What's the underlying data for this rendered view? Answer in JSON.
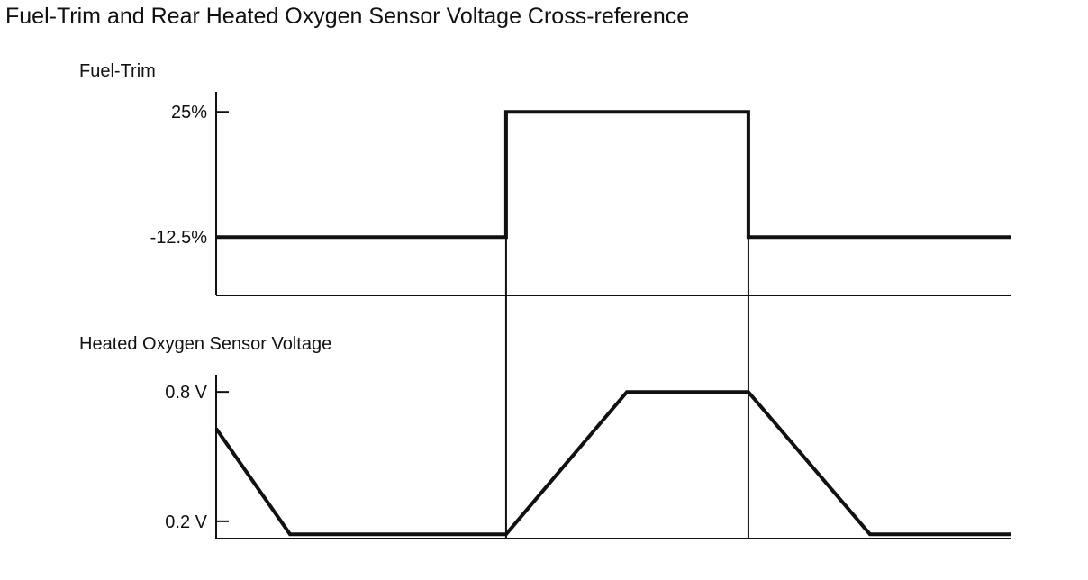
{
  "title": "Fuel-Trim and Rear Heated Oxygen Sensor Voltage Cross-reference",
  "chart_data": [
    {
      "type": "line",
      "ylabel": "Fuel-Trim",
      "ytick_labels": [
        "25%",
        "-12.5%"
      ],
      "yticks": [
        25,
        -12.5
      ],
      "ylim": [
        -30,
        31
      ],
      "xlim": [
        0,
        100
      ],
      "grid": false,
      "series": [
        {
          "x": [
            0,
            36.5,
            36.5,
            67,
            67,
            100
          ],
          "y": [
            -12.5,
            -12.5,
            25,
            25,
            -12.5,
            -12.5
          ]
        }
      ]
    },
    {
      "type": "line",
      "ylabel": "Heated Oxygen Sensor Voltage",
      "ytick_labels": [
        "0.8 V",
        "0.2 V"
      ],
      "yticks": [
        0.8,
        0.2
      ],
      "ylim": [
        0.12,
        0.88
      ],
      "xlim": [
        0,
        100
      ],
      "grid": false,
      "series": [
        {
          "x": [
            0,
            9.3,
            36.5,
            51.7,
            67,
            82.3,
            100
          ],
          "y": [
            0.63,
            0.14,
            0.14,
            0.8,
            0.8,
            0.14,
            0.14
          ]
        }
      ]
    }
  ]
}
